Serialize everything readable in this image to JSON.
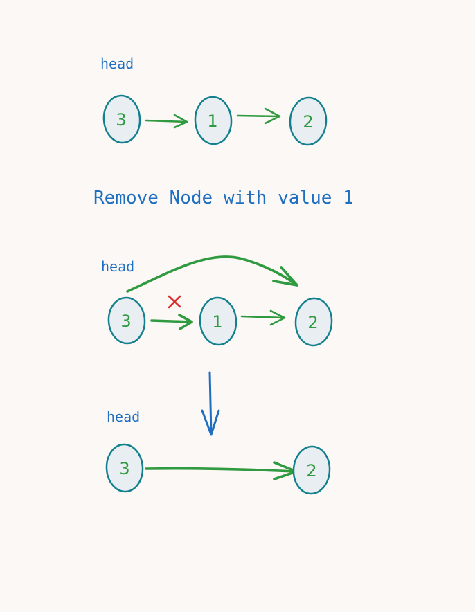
{
  "colors": {
    "background": "#fcf8f6",
    "label_blue": "#1f6fc1",
    "node_stroke": "#13808e",
    "node_fill": "#e8eef1",
    "value_green": "#2f9a3f",
    "remove_red": "#d9302f"
  },
  "title": "Remove Node with value 1",
  "head_label": "head",
  "before": {
    "nodes": [
      "3",
      "1",
      "2"
    ]
  },
  "during": {
    "nodes": [
      "3",
      "1",
      "2"
    ],
    "cut_mark": "×"
  },
  "after": {
    "nodes": [
      "3",
      "2"
    ]
  }
}
